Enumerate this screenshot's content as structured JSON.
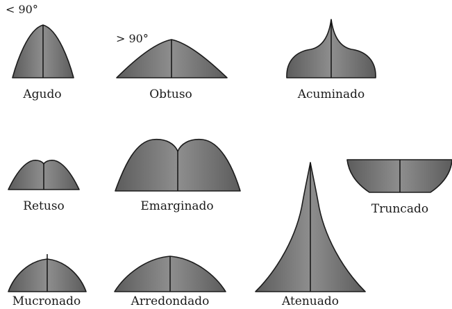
{
  "figure": {
    "angle_labels": {
      "acute": "< 90°",
      "obtuse": "> 90°"
    },
    "shapes": [
      {
        "id": "agudo",
        "label": "Agudo"
      },
      {
        "id": "obtuso",
        "label": "Obtuso"
      },
      {
        "id": "acuminado",
        "label": "Acuminado"
      },
      {
        "id": "retuso",
        "label": "Retuso"
      },
      {
        "id": "emarginado",
        "label": "Emarginado"
      },
      {
        "id": "truncado",
        "label": "Truncado"
      },
      {
        "id": "mucronado",
        "label": "Mucronado"
      },
      {
        "id": "arredondado",
        "label": "Arredondado"
      },
      {
        "id": "atenuado",
        "label": "Atenuado"
      }
    ]
  },
  "colors": {
    "fill_dark": "#5e5e5e",
    "fill_light": "#8f8f8f",
    "stroke": "#1b1b1b"
  }
}
